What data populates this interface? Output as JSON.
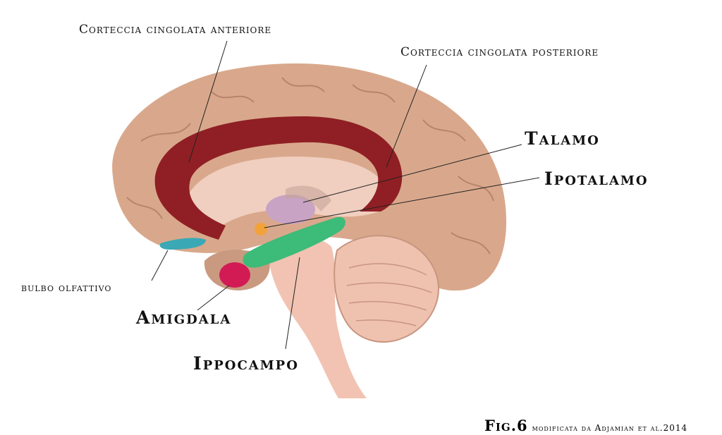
{
  "labels": {
    "anterior_cingulate": "Corteccia cingolata anteriore",
    "posterior_cingulate": "Corteccia cingolata posteriore",
    "thalamus": "Talamo",
    "hypothalamus": "Ipotalamo",
    "olfactory_bulb": "bulbo olfattivo",
    "amygdala": "Amigdala",
    "hippocampus": "Ippocampo"
  },
  "caption": {
    "figure": "Fig.6",
    "source": "modificata da Adjamian et al.2014"
  },
  "colors": {
    "cortex": "#d9a88c",
    "cingulate": "#8f1f24",
    "thalamus": "#c9a3c4",
    "hypothalamus": "#f2a23a",
    "hippocampus": "#3dbb78",
    "amygdala": "#d21b55",
    "olfactory_bulb": "#3aa9b5"
  }
}
